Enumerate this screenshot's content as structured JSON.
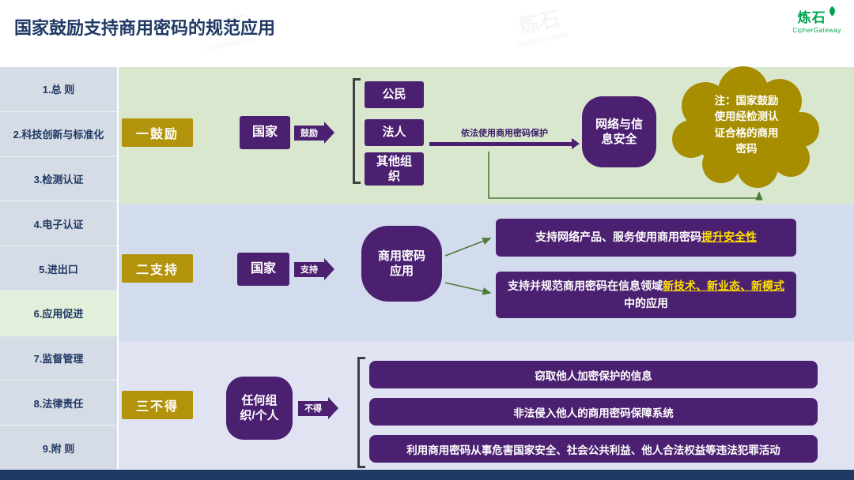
{
  "palette": {
    "title_navy": "#1F3864",
    "brand_green": "#00A551",
    "box_purple": "#4B2070",
    "tag_gold": "#B2930B",
    "cloud_gold": "#A68E00",
    "band_green": "#D9E7CE",
    "band_blue": "#D3DCEC",
    "band_lavender": "#DFE3F2",
    "sidebar_bg": "#D6DCE5",
    "sidebar_active_green": "#E2EFDA",
    "highlight_yellow": "#FFE100",
    "connector_green": "#4E7B38"
  },
  "header": {
    "title": "国家鼓励支持商用密码的规范应用",
    "logo_name": "炼石",
    "logo_subtitle": "CipherGateway"
  },
  "sidebar": {
    "items": [
      {
        "label": "1.总 则"
      },
      {
        "label": "2.科技创新与标准化"
      },
      {
        "label": "3.检测认证"
      },
      {
        "label": "4.电子认证"
      },
      {
        "label": "5.进出口"
      },
      {
        "label": "6.应用促进"
      },
      {
        "label": "7.监督管理"
      },
      {
        "label": "8.法律责任"
      },
      {
        "label": "9.附 则"
      }
    ]
  },
  "encourage": {
    "tag": "一鼓励",
    "actor": "国家",
    "arrow_label": "鼓励",
    "targets": [
      "公民",
      "法人",
      "其他组织"
    ],
    "flow_label": "依法使用商用密码保护",
    "result": "网络与信息安全",
    "note": "注：国家鼓励使用经检测认证合格的商用密码"
  },
  "support": {
    "tag": "二支持",
    "actor": "国家",
    "arrow_label": "支持",
    "hub": "商用密码应用",
    "outcome1": {
      "prefix": "支持网络产品、服务使用商用密码",
      "highlight": "提升安全性",
      "suffix": ""
    },
    "outcome2": {
      "prefix": "支持并规范商用密码在信息领域",
      "highlight": "新技术、新业态、新模式",
      "suffix": "中的应用"
    }
  },
  "prohibit": {
    "tag": "三不得",
    "actor": "任何组织/个人",
    "arrow_label": "不得",
    "items": [
      "窃取他人加密保护的信息",
      "非法侵入他人的商用密码保障系统",
      "利用商用密码从事危害国家安全、社会公共利益、他人合法权益等违法犯罪活动"
    ]
  }
}
